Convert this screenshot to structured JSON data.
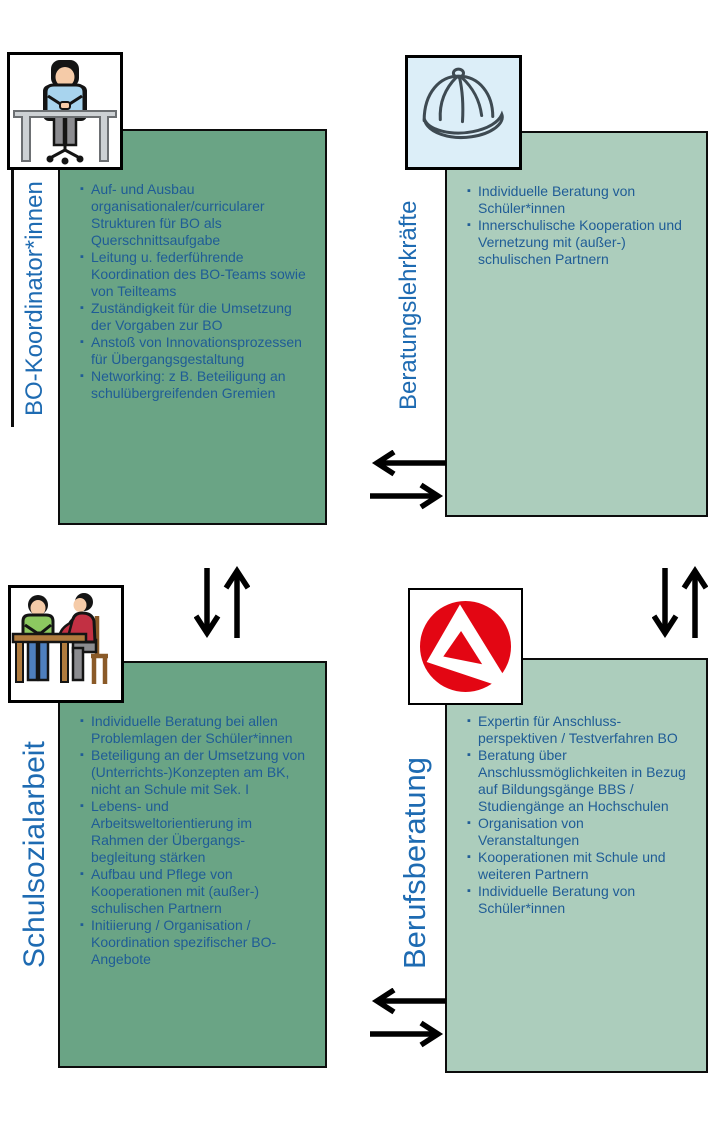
{
  "diagram": {
    "quadrants": [
      {
        "label": "BO-Koordinator*innen",
        "icon": "person-at-desk-icon",
        "bullets": [
          "Auf- und Ausbau organisationaler/curricularer Strukturen für BO als Querschnittsaufgabe",
          "Leitung u. federführende Koordination des BO-Teams sowie von Teilteams",
          "Zuständigkeit für die Umsetzung der Vorgaben zur BO",
          "Anstoß von Innovationsprozessen für Übergangsgestaltung",
          "Networking: z B. Beteiligung an schulübergreifenden Gremien"
        ]
      },
      {
        "label": "Beratungslehrkräfte",
        "icon": "cap-icon",
        "bullets": [
          "Individuelle Beratung von Schüler*innen",
          "Innerschulische Kooperation und Vernetzung mit (außer-) schulischen Partnern"
        ]
      },
      {
        "label": "Schulsozialarbeit",
        "icon": "two-people-at-table-icon",
        "bullets": [
          "Individuelle Beratung bei allen Problemlagen der Schüler*innen",
          "Beteiligung an der Umsetzung von (Unterrichts-)Konzepten am BK, nicht an Schule mit Sek. I",
          "Lebens- und Arbeitsweltorientierung im Rahmen der Übergangs-begleitung stärken",
          "Aufbau und Pflege von Kooperationen mit (außer-) schulischen Partnern",
          "Initiierung / Organisation / Koordination spezifischer BO-Angebote"
        ]
      },
      {
        "label": "Berufsberatung",
        "icon": "agentur-fuer-arbeit-logo-icon",
        "bullets": [
          "Expertin für Anschluss-perspektiven / Testverfahren BO",
          "Beratung über Anschlussmöglichkeiten in Bezug auf Bildungsgänge BBS / Studiengänge an Hochschulen",
          "Organisation von Veranstaltungen",
          "Kooperationen mit Schule und weiteren Partnern",
          "Individuelle Beratung von Schüler*innen"
        ]
      }
    ],
    "arrows": [
      {
        "name": "exchange-arrows-horizontal-top",
        "direction": "left-right"
      },
      {
        "name": "exchange-arrows-vertical-left",
        "direction": "up-down"
      },
      {
        "name": "exchange-arrows-vertical-right",
        "direction": "up-down"
      },
      {
        "name": "exchange-arrows-horizontal-bottom",
        "direction": "left-right"
      }
    ],
    "colors": {
      "box_dark_green": "#6AA485",
      "box_light_green": "#ACCDBC",
      "label_blue": "#1E6BB2",
      "bullet_text_blue": "#1F5C96",
      "cap_bg_blue": "#DCEEF8",
      "logo_red": "#E30613",
      "arrow_black": "#000000"
    }
  }
}
